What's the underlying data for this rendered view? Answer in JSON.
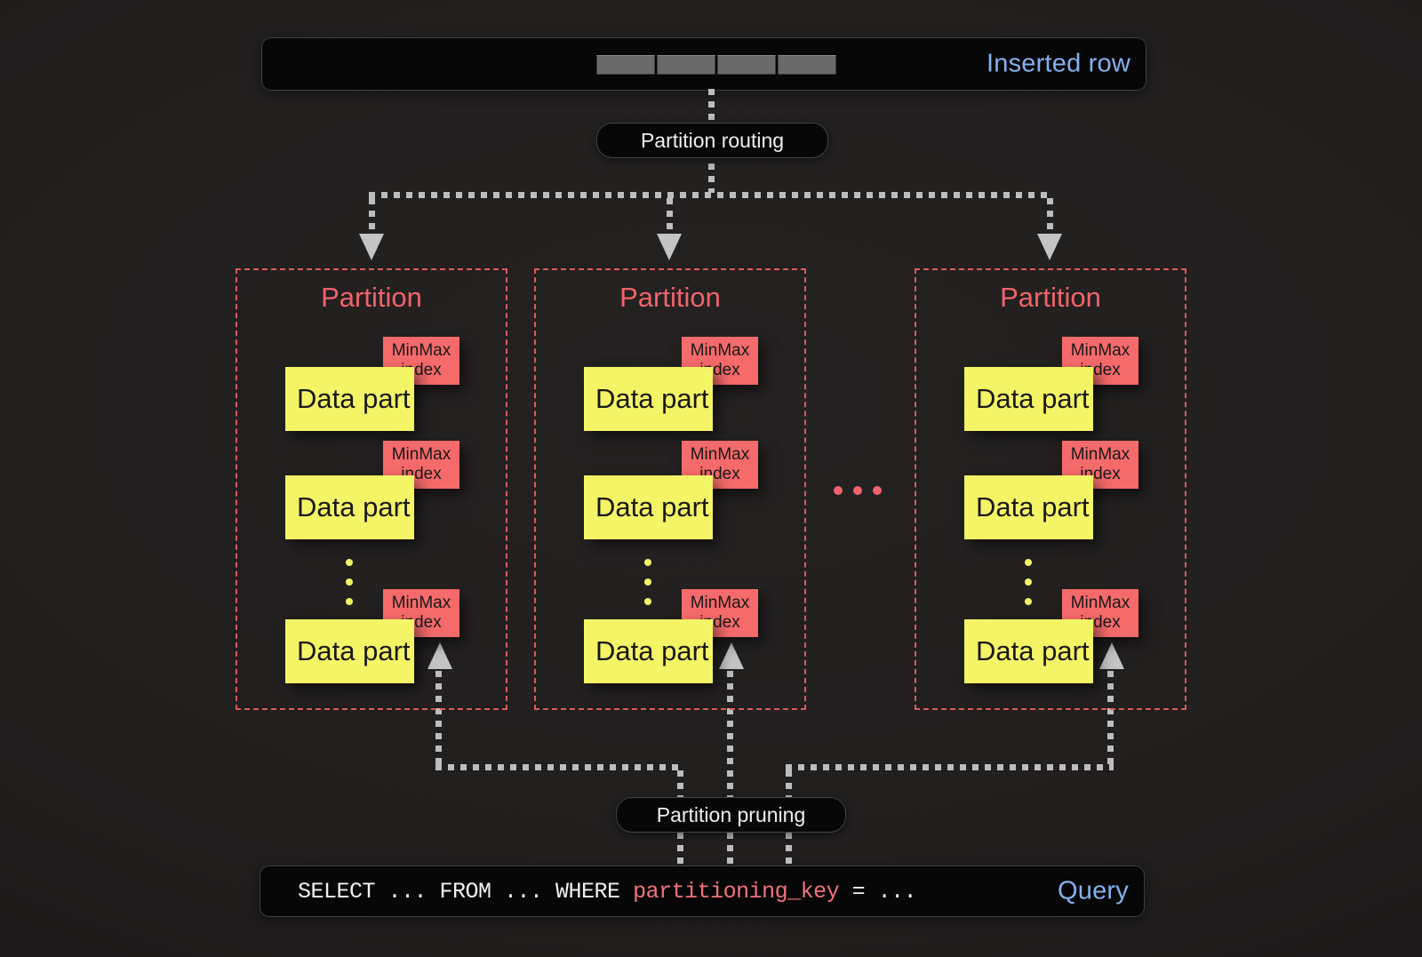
{
  "colors": {
    "bg-center": "#252222",
    "bg-edge": "#151313",
    "bar-bg": "#070707",
    "bar-border": "#3f3f3f",
    "blue": "#85b1ef",
    "coral": "#f2636b",
    "coral-fill": "#f56a6a",
    "coral-border": "#dd5a5a",
    "coral-key": "#f2737b",
    "yellow": "#f3f566",
    "dash-gray": "#bdbdbd",
    "arrow-gray": "#c4c4c4",
    "cell-gray": "#6a6a6a",
    "ink": "#191919"
  },
  "inserted_row": {
    "label": "Inserted row",
    "cell_count": 4
  },
  "routing_label": "Partition routing",
  "pruning_label": "Partition pruning",
  "partition_ellipsis": "...",
  "partitions": [
    {
      "title": "Partition",
      "parts_ellipsis": "...",
      "parts": [
        {
          "label": "Data part",
          "index_label": "MinMax index"
        },
        {
          "label": "Data part",
          "index_label": "MinMax index"
        },
        {
          "label": "Data part",
          "index_label": "MinMax index"
        }
      ]
    },
    {
      "title": "Partition",
      "parts_ellipsis": "...",
      "parts": [
        {
          "label": "Data part",
          "index_label": "MinMax index"
        },
        {
          "label": "Data part",
          "index_label": "MinMax index"
        },
        {
          "label": "Data part",
          "index_label": "MinMax index"
        }
      ]
    },
    {
      "title": "Partition",
      "parts_ellipsis": "...",
      "parts": [
        {
          "label": "Data part",
          "index_label": "MinMax index"
        },
        {
          "label": "Data part",
          "index_label": "MinMax index"
        },
        {
          "label": "Data part",
          "index_label": "MinMax index"
        }
      ]
    }
  ],
  "query": {
    "clause": "SELECT ... FROM ... WHERE ",
    "key": "partitioning_key",
    "tail": " = ...",
    "label": "Query"
  }
}
